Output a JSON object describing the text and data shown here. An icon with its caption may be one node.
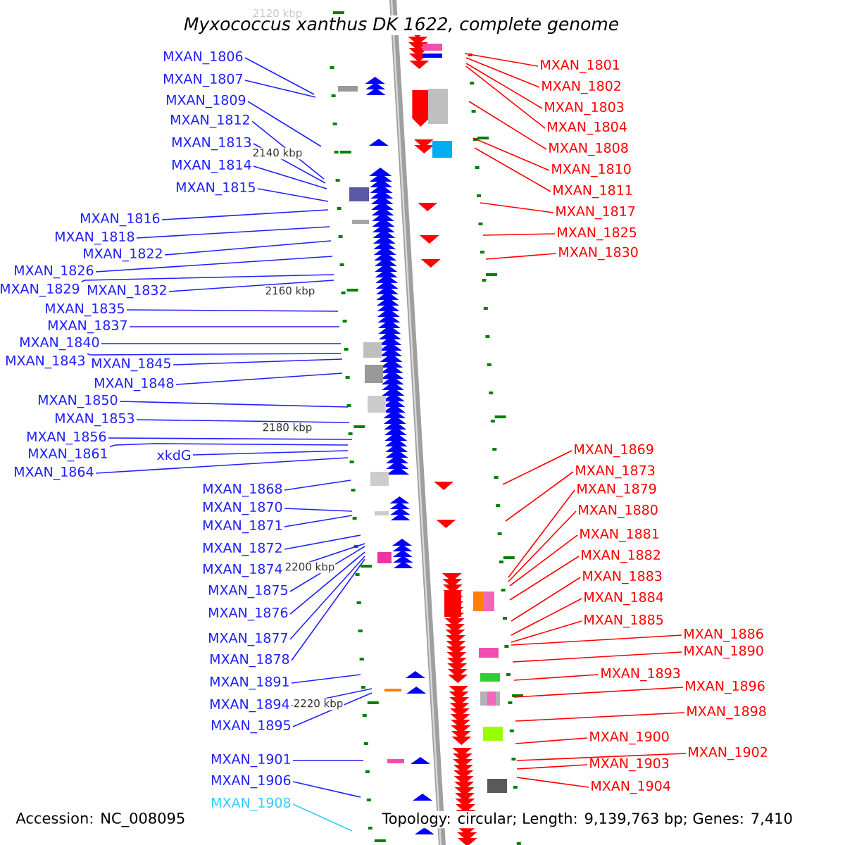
{
  "diagram": {
    "title": "Myxococcus xanthus DK 1622, complete genome",
    "nodes": [
      {
        "text": [
          "MXAN_1806"
        ]
      },
      {
        "text": [
          "MXAN_1807"
        ]
      },
      {
        "text": [
          "MXAN_1809"
        ]
      },
      {
        "text": [
          "MXAN_1812"
        ]
      },
      {
        "text": [
          "MXAN_1813"
        ]
      },
      {
        "text": [
          "MXAN_1814"
        ]
      },
      {
        "text": [
          "MXAN_1815"
        ]
      },
      {
        "text": [
          "MXAN_1816"
        ]
      },
      {
        "text": [
          "MXAN_1818"
        ]
      },
      {
        "text": [
          "MXAN_1822"
        ]
      },
      {
        "text": [
          "MXAN_1826"
        ]
      },
      {
        "text": [
          "MXAN_1829"
        ]
      },
      {
        "text": [
          "MXAN_1832"
        ]
      },
      {
        "text": [
          "MXAN_1835"
        ]
      },
      {
        "text": [
          "MXAN_1837"
        ]
      },
      {
        "text": [
          "MXAN_1840"
        ]
      },
      {
        "text": [
          "MXAN_1843"
        ]
      },
      {
        "text": [
          "MXAN_1845"
        ]
      },
      {
        "text": [
          "MXAN_1848"
        ]
      },
      {
        "text": [
          "MXAN_1850"
        ]
      },
      {
        "text": [
          "MXAN_1853"
        ]
      },
      {
        "text": [
          "MXAN_1856"
        ]
      },
      {
        "text": [
          "MXAN_1861"
        ]
      },
      {
        "text": [
          "xkdG"
        ]
      },
      {
        "text": [
          "MXAN_1864"
        ]
      },
      {
        "text": [
          "MXAN_1868"
        ]
      },
      {
        "text": [
          "MXAN_1870"
        ]
      },
      {
        "text": [
          "MXAN_1871"
        ]
      },
      {
        "text": [
          "MXAN_1872"
        ]
      },
      {
        "text": [
          "MXAN_1874"
        ]
      },
      {
        "text": [
          "MXAN_1875"
        ]
      },
      {
        "text": [
          "MXAN_1876"
        ]
      },
      {
        "text": [
          "MXAN_1877"
        ]
      },
      {
        "text": [
          "MXAN_1878"
        ]
      },
      {
        "text": [
          "MXAN_1891"
        ]
      },
      {
        "text": [
          "MXAN_1894"
        ]
      },
      {
        "text": [
          "MXAN_1895"
        ]
      },
      {
        "text": [
          "MXAN_1901"
        ]
      },
      {
        "text": [
          "MXAN_1906"
        ]
      },
      {
        "text": [
          "MXAN_1908"
        ]
      },
      {
        "text": [
          "MXAN_1801"
        ]
      },
      {
        "text": [
          "MXAN_1802"
        ]
      },
      {
        "text": [
          "MXAN_1803"
        ]
      },
      {
        "text": [
          "MXAN_1804"
        ]
      },
      {
        "text": [
          "MXAN_1808"
        ]
      },
      {
        "text": [
          "MXAN_1810"
        ]
      },
      {
        "text": [
          "MXAN_1811"
        ]
      },
      {
        "text": [
          "MXAN_1817"
        ]
      },
      {
        "text": [
          "MXAN_1825"
        ]
      },
      {
        "text": [
          "MXAN_1830"
        ]
      },
      {
        "text": [
          "MXAN_1869"
        ]
      },
      {
        "text": [
          "MXAN_1873"
        ]
      },
      {
        "text": [
          "MXAN_1879"
        ]
      },
      {
        "text": [
          "MXAN_1880"
        ]
      },
      {
        "text": [
          "MXAN_1881"
        ]
      },
      {
        "text": [
          "MXAN_1882"
        ]
      },
      {
        "text": [
          "MXAN_1883"
        ]
      },
      {
        "text": [
          "MXAN_1884"
        ]
      },
      {
        "text": [
          "MXAN_1885"
        ]
      },
      {
        "text": [
          "MXAN_1886"
        ]
      },
      {
        "text": [
          "MXAN_1890"
        ]
      },
      {
        "text": [
          "MXAN_1893"
        ]
      },
      {
        "text": [
          "MXAN_1896"
        ]
      },
      {
        "text": [
          "MXAN_1898"
        ]
      },
      {
        "text": [
          "MXAN_1900"
        ]
      },
      {
        "text": [
          "MXAN_1902"
        ]
      },
      {
        "text": [
          "MXAN_1903"
        ]
      },
      {
        "text": [
          "MXAN_1904"
        ]
      }
    ],
    "edges": [
      {
        "from": 0,
        "to": null,
        "arrow": "none"
      },
      {
        "from": 1,
        "to": null,
        "arrow": "none"
      },
      {
        "from": 2,
        "to": null,
        "arrow": "none"
      },
      {
        "from": 3,
        "to": null,
        "arrow": "none"
      },
      {
        "from": 4,
        "to": null,
        "arrow": "none"
      },
      {
        "from": 5,
        "to": null,
        "arrow": "none"
      },
      {
        "from": 6,
        "to": null,
        "arrow": "none"
      },
      {
        "from": 7,
        "to": null,
        "arrow": "none"
      },
      {
        "from": 8,
        "to": null,
        "arrow": "none"
      },
      {
        "from": 9,
        "to": null,
        "arrow": "none"
      },
      {
        "from": 10,
        "to": null,
        "arrow": "none"
      },
      {
        "from": 11,
        "to": null,
        "arrow": "none"
      },
      {
        "from": 12,
        "to": null,
        "arrow": "none"
      },
      {
        "from": 13,
        "to": null,
        "arrow": "none"
      },
      {
        "from": 14,
        "to": null,
        "arrow": "none"
      },
      {
        "from": 15,
        "to": null,
        "arrow": "none"
      },
      {
        "from": 16,
        "to": null,
        "arrow": "none"
      },
      {
        "from": 17,
        "to": null,
        "arrow": "none"
      },
      {
        "from": 18,
        "to": null,
        "arrow": "none"
      },
      {
        "from": 19,
        "to": null,
        "arrow": "none"
      },
      {
        "from": 20,
        "to": null,
        "arrow": "none"
      },
      {
        "from": 21,
        "to": null,
        "arrow": "none"
      },
      {
        "from": 22,
        "to": null,
        "arrow": "none"
      },
      {
        "from": 23,
        "to": null,
        "arrow": "none"
      },
      {
        "from": 24,
        "to": null,
        "arrow": "none"
      },
      {
        "from": 25,
        "to": null,
        "arrow": "none"
      },
      {
        "from": 26,
        "to": null,
        "arrow": "none"
      },
      {
        "from": 27,
        "to": null,
        "arrow": "none"
      },
      {
        "from": 28,
        "to": null,
        "arrow": "none"
      },
      {
        "from": 29,
        "to": null,
        "arrow": "none"
      },
      {
        "from": 30,
        "to": null,
        "arrow": "none"
      },
      {
        "from": 31,
        "to": null,
        "arrow": "none"
      },
      {
        "from": 32,
        "to": null,
        "arrow": "none"
      },
      {
        "from": 33,
        "to": null,
        "arrow": "none"
      },
      {
        "from": 34,
        "to": null,
        "arrow": "none"
      },
      {
        "from": 35,
        "to": null,
        "arrow": "none"
      },
      {
        "from": 36,
        "to": null,
        "arrow": "none"
      },
      {
        "from": 37,
        "to": null,
        "arrow": "none"
      },
      {
        "from": 38,
        "to": null,
        "arrow": "none"
      },
      {
        "from": 39,
        "to": null,
        "arrow": "none",
        "color": "#33ccff"
      },
      {
        "from": 40,
        "to": null,
        "arrow": "none",
        "color": "#ff0000"
      },
      {
        "from": 41,
        "to": null,
        "arrow": "none",
        "color": "#ff0000"
      },
      {
        "from": 42,
        "to": null,
        "arrow": "none",
        "color": "#ff0000"
      },
      {
        "from": 43,
        "to": null,
        "arrow": "none",
        "color": "#ff0000"
      },
      {
        "from": 44,
        "to": null,
        "arrow": "none",
        "color": "#ff0000"
      },
      {
        "from": 45,
        "to": null,
        "arrow": "none",
        "color": "#ff0000"
      },
      {
        "from": 46,
        "to": null,
        "arrow": "none",
        "color": "#ff0000"
      },
      {
        "from": 47,
        "to": null,
        "arrow": "none",
        "color": "#ff0000"
      },
      {
        "from": 48,
        "to": null,
        "arrow": "none",
        "color": "#ff0000"
      },
      {
        "from": 49,
        "to": null,
        "arrow": "none",
        "color": "#ff0000"
      },
      {
        "from": 50,
        "to": null,
        "arrow": "none",
        "color": "#ff0000"
      },
      {
        "from": 51,
        "to": null,
        "arrow": "none",
        "color": "#ff0000"
      },
      {
        "from": 52,
        "to": null,
        "arrow": "none",
        "color": "#ff0000"
      },
      {
        "from": 53,
        "to": null,
        "arrow": "none",
        "color": "#ff0000"
      },
      {
        "from": 54,
        "to": null,
        "arrow": "none",
        "color": "#ff0000"
      },
      {
        "from": 55,
        "to": null,
        "arrow": "none",
        "color": "#ff0000"
      },
      {
        "from": 56,
        "to": null,
        "arrow": "none",
        "color": "#ff0000"
      },
      {
        "from": 57,
        "to": null,
        "arrow": "none",
        "color": "#ff0000"
      },
      {
        "from": 58,
        "to": null,
        "arrow": "none",
        "color": "#ff0000"
      },
      {
        "from": 59,
        "to": null,
        "arrow": "none",
        "color": "#ff0000"
      },
      {
        "from": 60,
        "to": null,
        "arrow": "none",
        "color": "#ff0000"
      },
      {
        "from": 61,
        "to": null,
        "arrow": "none",
        "color": "#ff0000"
      },
      {
        "from": 62,
        "to": null,
        "arrow": "none",
        "color": "#ff0000"
      },
      {
        "from": 63,
        "to": null,
        "arrow": "none",
        "color": "#ff0000"
      },
      {
        "from": 64,
        "to": null,
        "arrow": "none",
        "color": "#ff0000"
      },
      {
        "from": 65,
        "to": null,
        "arrow": "none",
        "color": "#ff0000"
      },
      {
        "from": 66,
        "to": null,
        "arrow": "none",
        "color": "#ff0000"
      },
      {
        "from": 67,
        "to": null,
        "arrow": "none",
        "color": "#ff0000"
      }
    ],
    "labels": [
      "2120 kbp",
      "2140 kbp",
      "2160 kbp",
      "2180 kbp",
      "2200 kbp",
      "2220 kbp",
      "Accession: NC_008095",
      "Topology: circular; Length: 9,139,763 bp; Genes: 7,410"
    ]
  }
}
